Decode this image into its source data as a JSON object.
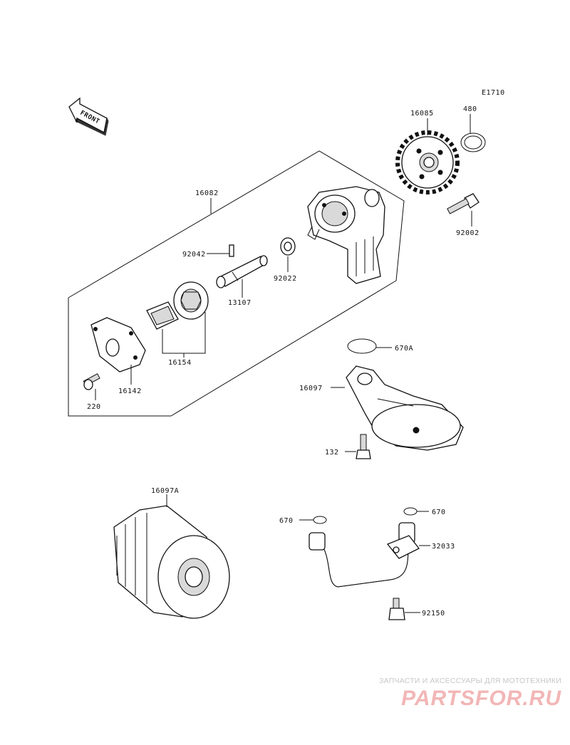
{
  "diagram_code": "E1710",
  "front_label": "FRONT",
  "callouts": {
    "p16085": "16085",
    "p480": "480",
    "p16082": "16082",
    "p92002": "92002",
    "p92042": "92042",
    "p92022": "92022",
    "p13107": "13107",
    "p16154": "16154",
    "p16142": "16142",
    "p220": "220",
    "p670A": "670A",
    "p16097": "16097",
    "p132": "132",
    "p16097A": "16097A",
    "p670_left": "670",
    "p670_right": "670",
    "p32033": "32033",
    "p92150": "92150"
  },
  "watermark": {
    "tagline": "ЗАПЧАСТИ И АКСЕССУАРЫ ДЛЯ МОТОТЕХНИКИ",
    "logo": "PARTSFOR.RU"
  },
  "colors": {
    "line": "#111111",
    "watermark_text": "#c7c7c7",
    "watermark_logo": "#f2b6b6"
  }
}
